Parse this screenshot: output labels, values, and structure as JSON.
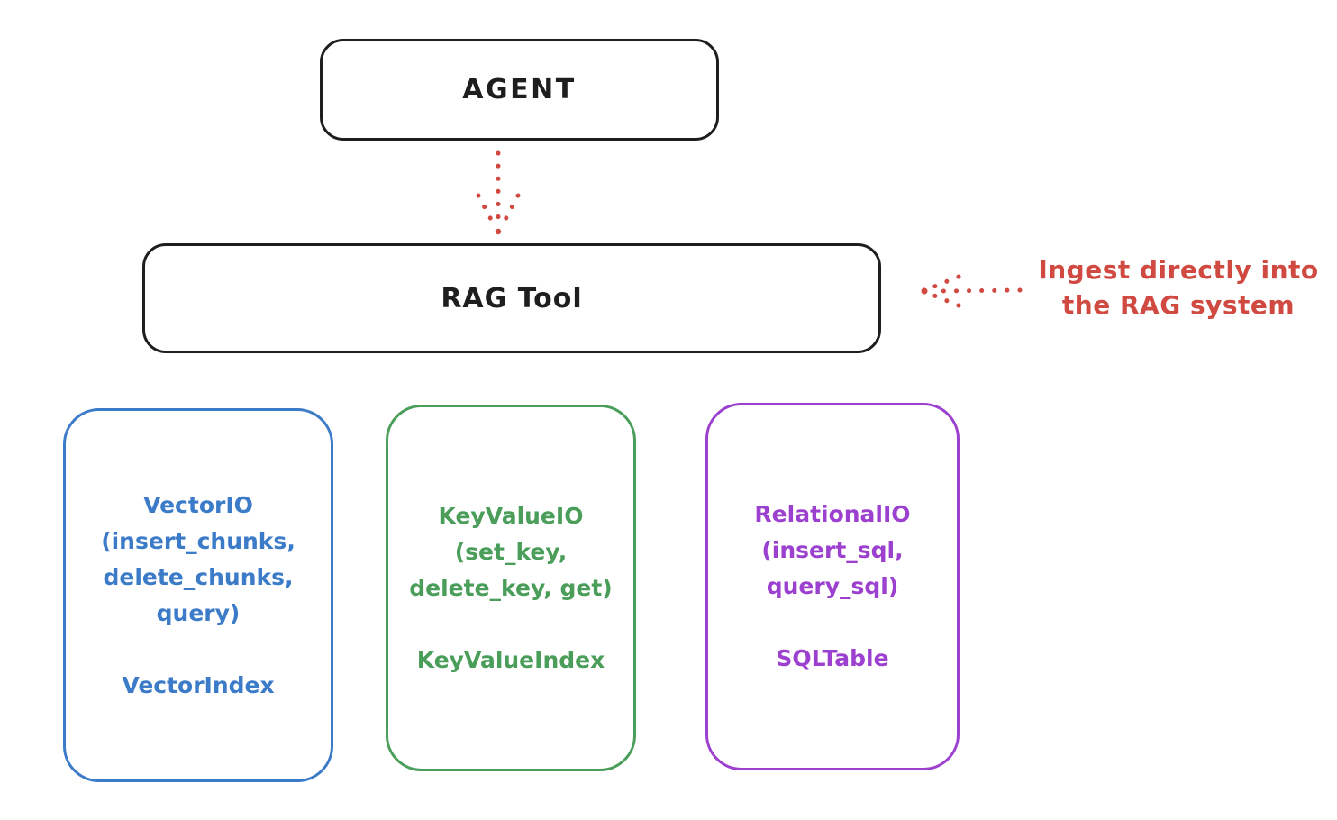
{
  "diagram": {
    "colors": {
      "ink": "#1e1e1e",
      "red": "#d04a42",
      "blue": "#3b7bc8",
      "green": "#4a9e5a",
      "purple": "#9c40d0",
      "background": "#ffffff"
    },
    "agent_box": {
      "label": "AGENT"
    },
    "rag_tool_box": {
      "label": "RAG Tool"
    },
    "annotation": {
      "line1": "Ingest directly into",
      "line2": "the RAG system"
    },
    "arrows": [
      {
        "name": "agent-to-rag-tool",
        "style": "dotted",
        "direction": "down"
      },
      {
        "name": "annotation-to-rag-tool",
        "style": "dotted",
        "direction": "left"
      }
    ],
    "io_boxes": [
      {
        "title": "VectorIO",
        "method_lines": [
          "VectorIO",
          "(insert_chunks,",
          "delete_chunks,",
          "query)"
        ],
        "index_label": "VectorIndex",
        "color": "#3b7bc8"
      },
      {
        "title": "KeyValueIO",
        "method_lines": [
          "KeyValueIO",
          "(set_key,",
          "delete_key, get)"
        ],
        "index_label": "KeyValueIndex",
        "color": "#4a9e5a"
      },
      {
        "title": "RelationalIO",
        "method_lines": [
          "RelationalIO",
          "(insert_sql,",
          "query_sql)"
        ],
        "index_label": "SQLTable",
        "color": "#9c40d0"
      }
    ]
  }
}
